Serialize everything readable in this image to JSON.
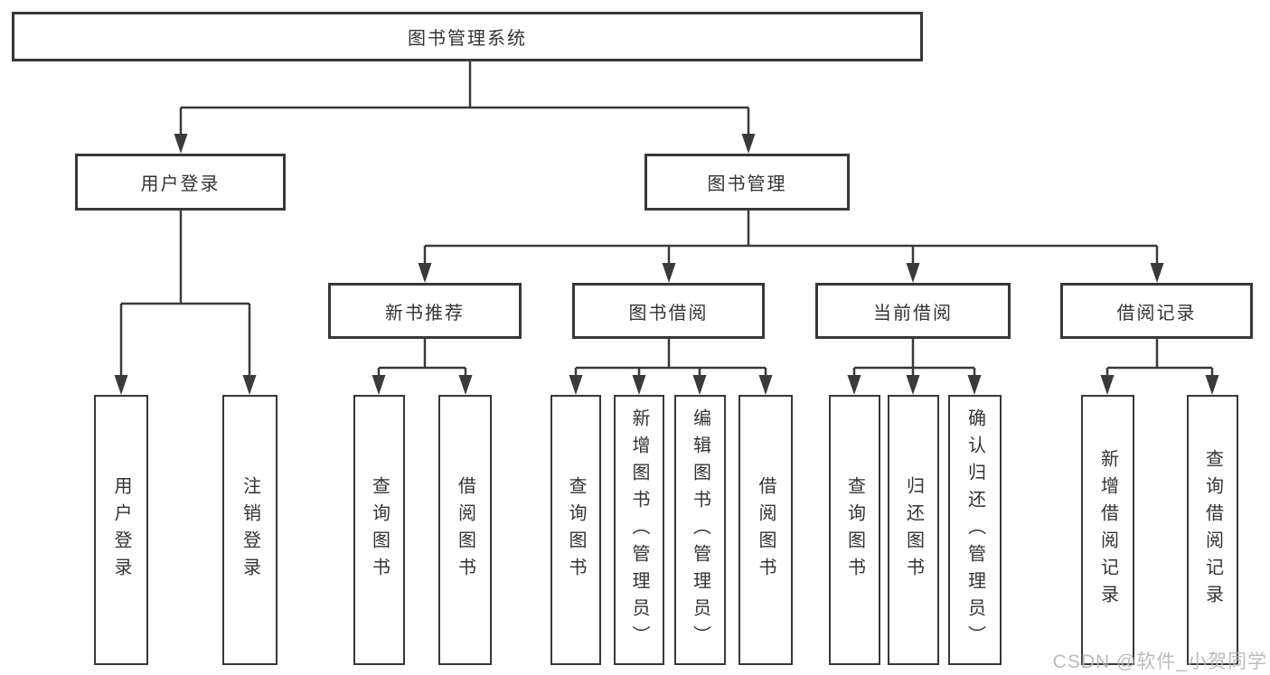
{
  "diagram": {
    "root": {
      "label": "图书管理系统"
    },
    "level2": [
      {
        "id": "user-login",
        "label": "用户登录"
      },
      {
        "id": "book-management",
        "label": "图书管理"
      }
    ],
    "level3": [
      {
        "id": "new-book-recommend",
        "label": "新书推荐",
        "parent": "图书管理"
      },
      {
        "id": "book-borrowing",
        "label": "图书借阅",
        "parent": "图书管理"
      },
      {
        "id": "current-borrowing",
        "label": "当前借阅",
        "parent": "图书管理"
      },
      {
        "id": "borrowing-records",
        "label": "借阅记录",
        "parent": "图书管理"
      }
    ],
    "leaves": [
      {
        "id": "user-login",
        "label": "用户登录",
        "parent": "用户登录"
      },
      {
        "id": "logout",
        "label": "注销登录",
        "parent": "用户登录"
      },
      {
        "id": "query-books",
        "label": "查询图书",
        "parent": "新书推荐"
      },
      {
        "id": "borrow-books",
        "label": "借阅图书",
        "parent": "新书推荐"
      },
      {
        "id": "query-books",
        "label": "查询图书",
        "parent": "图书借阅"
      },
      {
        "id": "add-books-admin",
        "label": "新增图书（管理员）",
        "parent": "图书借阅"
      },
      {
        "id": "edit-books-admin",
        "label": "编辑图书（管理员）",
        "parent": "图书借阅"
      },
      {
        "id": "borrow-books",
        "label": "借阅图书",
        "parent": "图书借阅"
      },
      {
        "id": "query-books",
        "label": "查询图书",
        "parent": "当前借阅"
      },
      {
        "id": "return-books",
        "label": "归还图书",
        "parent": "当前借阅"
      },
      {
        "id": "confirm-return-admin",
        "label": "确认归还（管理员）",
        "parent": "当前借阅"
      },
      {
        "id": "add-borrow-record",
        "label": "新增借阅记录",
        "parent": "借阅记录"
      },
      {
        "id": "query-borrow-record",
        "label": "查询借阅记录",
        "parent": "借阅记录"
      }
    ],
    "colors": {
      "line": "#3a3a3a",
      "box_border": "#383838",
      "text": "#333333",
      "box_bg": "#ffffff",
      "watermark": "#b8b5b5"
    }
  },
  "watermark": {
    "text": "CSDN @软件_小贺同学"
  }
}
